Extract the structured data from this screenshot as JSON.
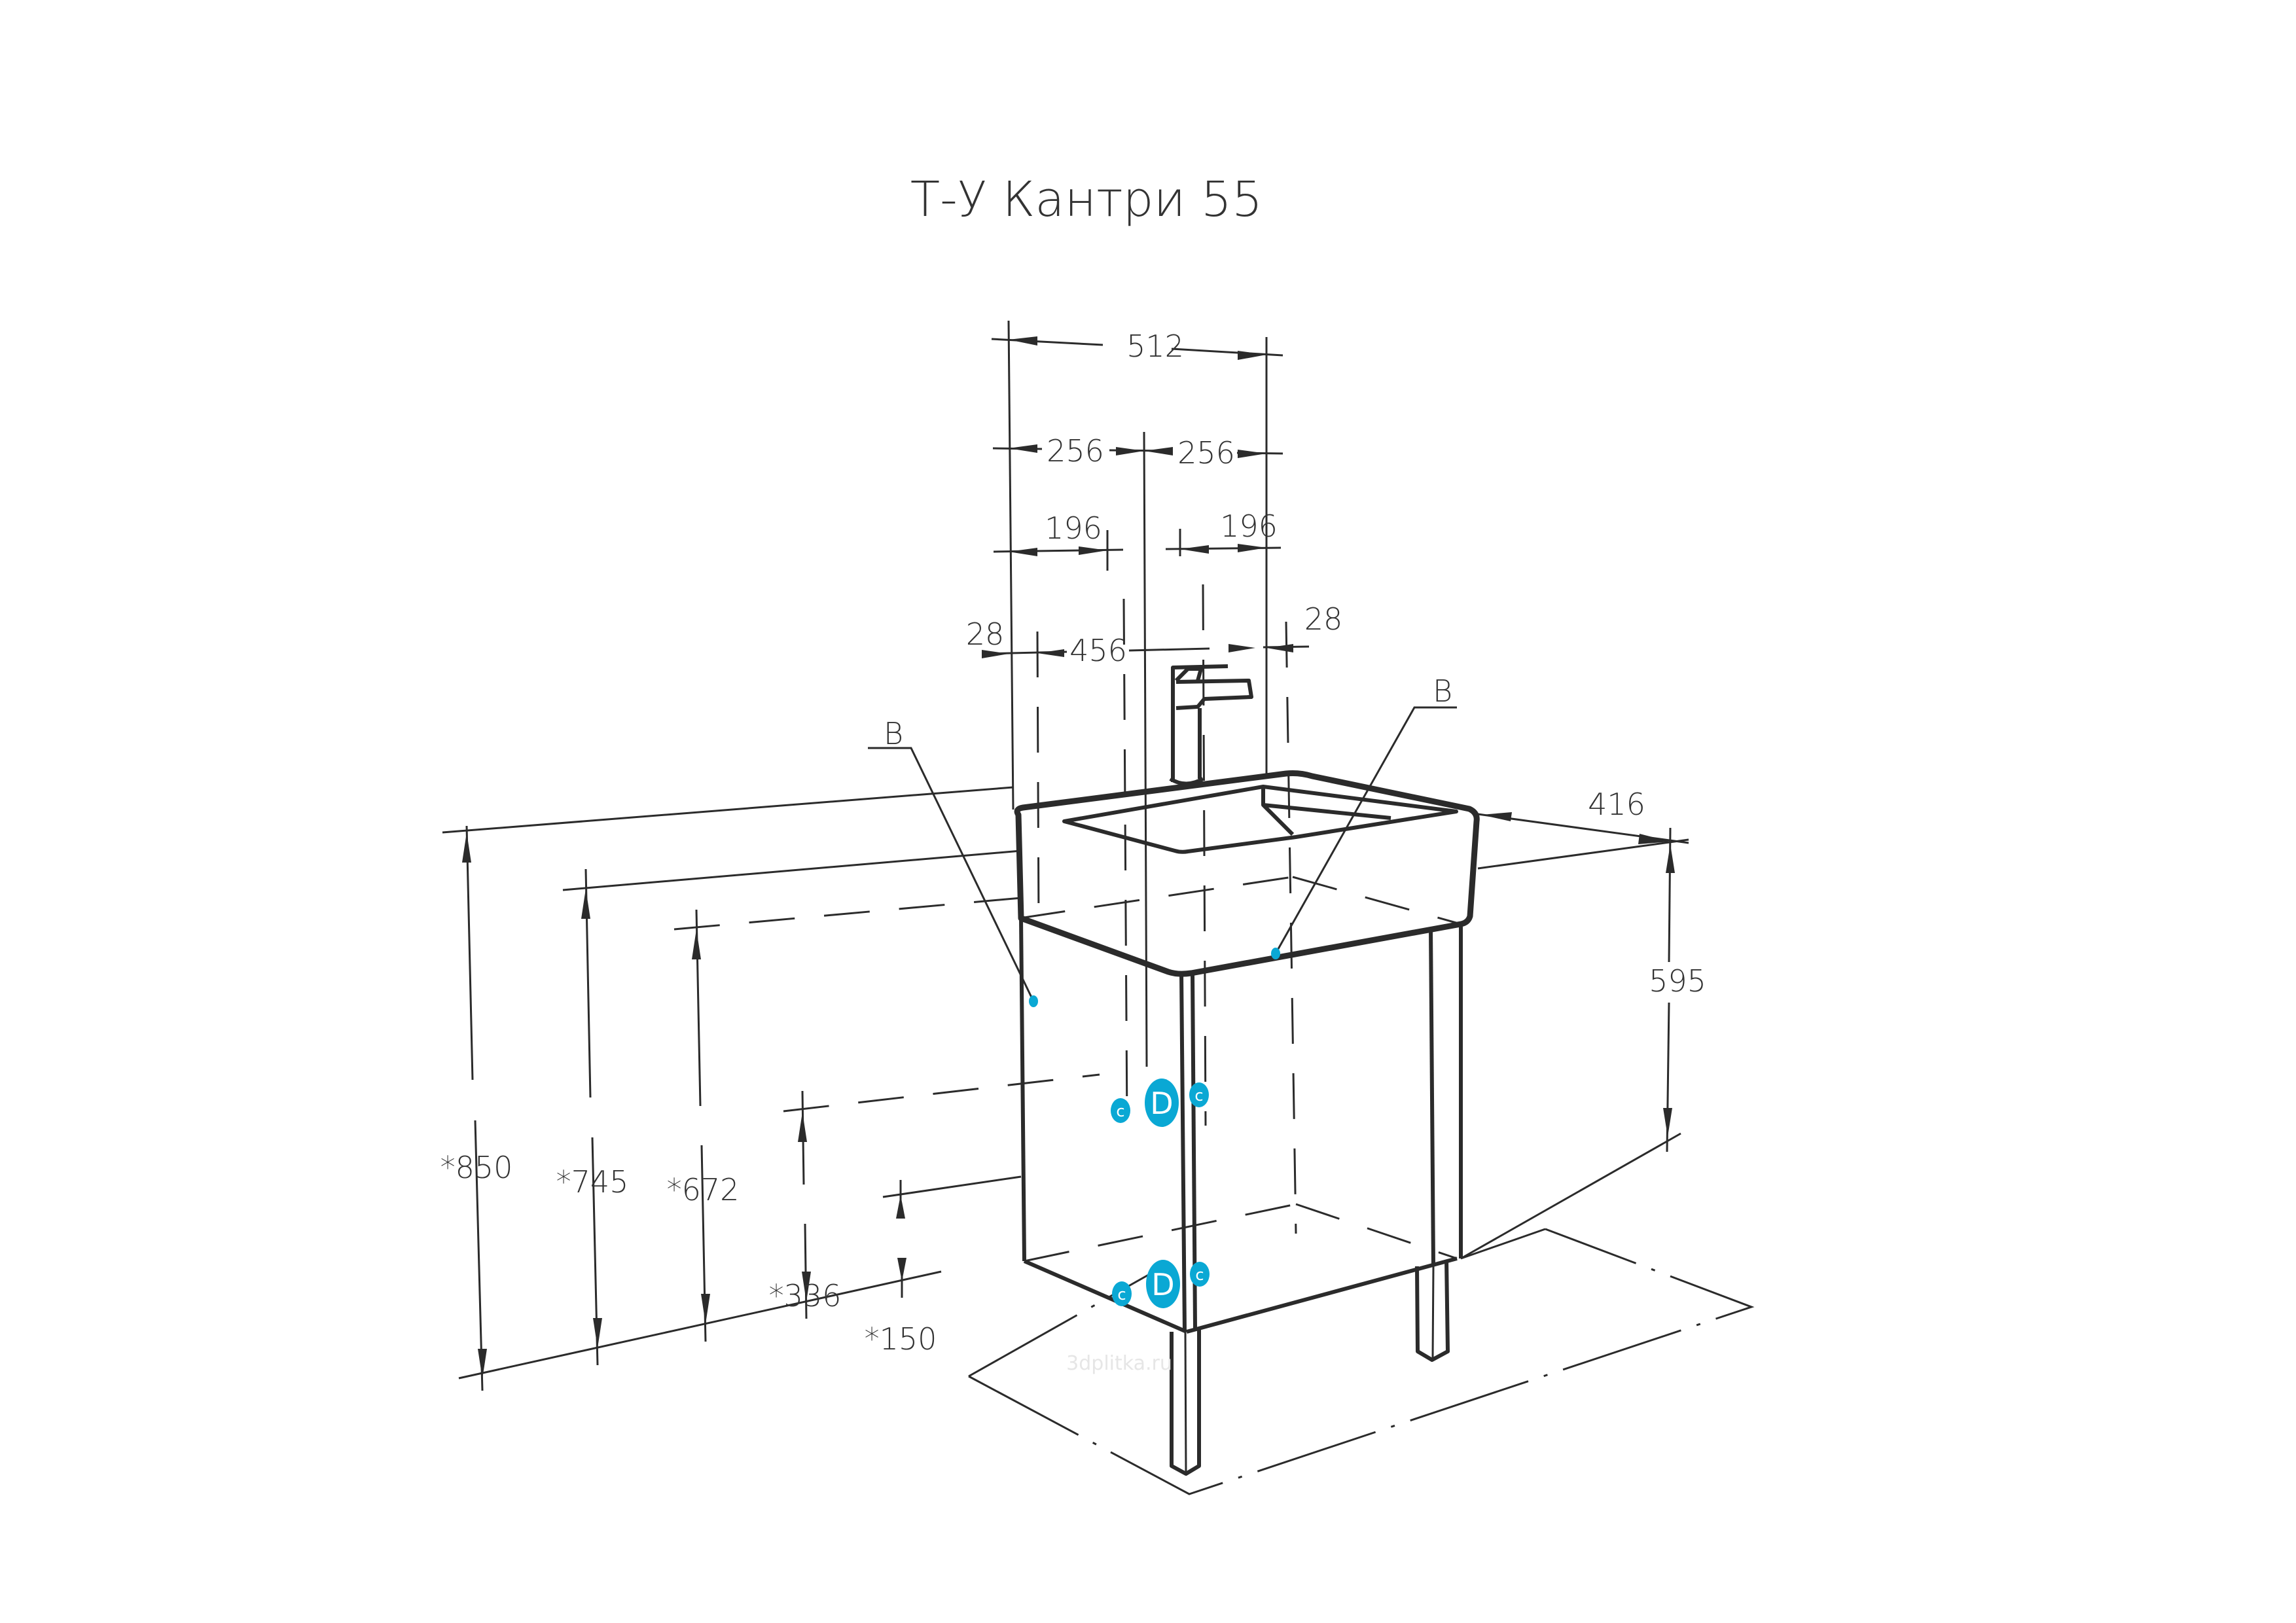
{
  "title": "Т-У Кантри 55",
  "colors": {
    "line": "#2b2b2b",
    "connection_marker": "#0aa8d4",
    "background": "#ffffff"
  },
  "dimensions": {
    "overall_width": "512",
    "half_width_left": "256",
    "half_width_right": "256",
    "offset_left": "196",
    "offset_right": "196",
    "inner_width": "456",
    "side_left": "28",
    "side_right": "28",
    "depth": "416",
    "cabinet_height": "595",
    "total_height": "*850",
    "height_745": "*745",
    "height_672": "*672",
    "height_336": "*336",
    "height_150": "*150"
  },
  "labels": {
    "mount_left": "B",
    "mount_right": "B",
    "water_marker": "D",
    "connector_marker": "c"
  },
  "watermark": "3dplitka.ru"
}
